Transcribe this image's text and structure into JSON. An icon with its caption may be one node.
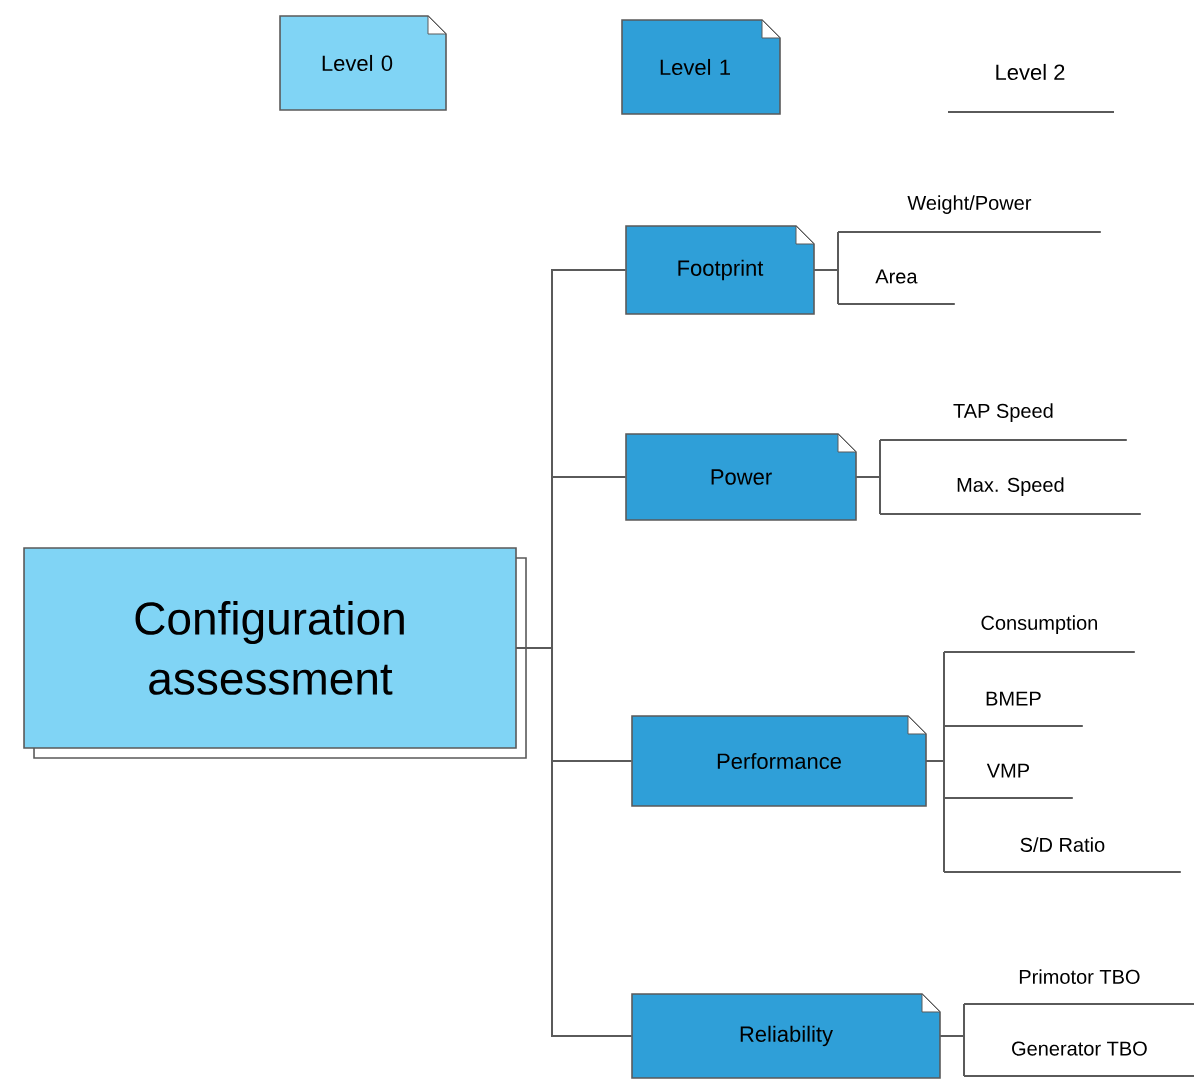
{
  "diagram": {
    "nodes": [
      {
        "text": [
          "Configuration assessment"
        ]
      },
      {
        "text": [
          "Footprint"
        ]
      },
      {
        "text": [
          "Power"
        ]
      },
      {
        "text": [
          "Performance"
        ]
      },
      {
        "text": [
          "Reliability"
        ]
      },
      {
        "text": [
          "Weight/Power"
        ]
      },
      {
        "text": [
          "Area"
        ]
      },
      {
        "text": [
          "TAP Speed"
        ]
      },
      {
        "text": [
          "Max. Speed"
        ]
      },
      {
        "text": [
          "Consumption"
        ]
      },
      {
        "text": [
          "BMEP"
        ]
      },
      {
        "text": [
          "VMP"
        ]
      },
      {
        "text": [
          "S/D Ratio"
        ]
      },
      {
        "text": [
          "Primotor TBO"
        ]
      },
      {
        "text": [
          "Generator TBO"
        ]
      }
    ],
    "edges": [
      {
        "from": 0,
        "to": 1,
        "arrow": "none"
      },
      {
        "from": 0,
        "to": 2,
        "arrow": "none"
      },
      {
        "from": 0,
        "to": 3,
        "arrow": "none"
      },
      {
        "from": 0,
        "to": 4,
        "arrow": "none"
      },
      {
        "from": 1,
        "to": 5,
        "arrow": "none"
      },
      {
        "from": 1,
        "to": 6,
        "arrow": "none"
      },
      {
        "from": 2,
        "to": 7,
        "arrow": "none"
      },
      {
        "from": 2,
        "to": 8,
        "arrow": "none"
      },
      {
        "from": 3,
        "to": 9,
        "arrow": "none"
      },
      {
        "from": 3,
        "to": 10,
        "arrow": "none"
      },
      {
        "from": 3,
        "to": 11,
        "arrow": "none"
      },
      {
        "from": 3,
        "to": 12,
        "arrow": "none"
      },
      {
        "from": 4,
        "to": 13,
        "arrow": "none"
      },
      {
        "from": 4,
        "to": 14,
        "arrow": "none"
      }
    ],
    "legend": [
      {
        "text": "Level 0",
        "color": "#80d4f5"
      },
      {
        "text": "Level 1",
        "color": "#2f9fd8"
      },
      {
        "text": "Level 2"
      }
    ]
  }
}
